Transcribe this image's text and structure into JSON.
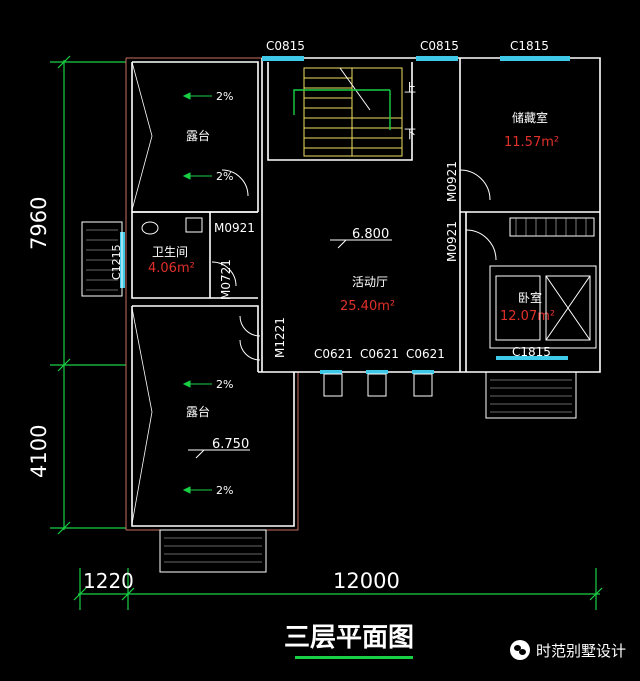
{
  "plan": {
    "title": "三层平面图",
    "watermark": "时范别墅设计",
    "colors": {
      "background": "#000000",
      "wall": "#ffffff",
      "dimension": "#19d045",
      "window": "#3fc9e8",
      "area_text": "#e0302a",
      "stairs": "#f0e060",
      "arrow": "#19d045"
    },
    "windows_top": [
      "C0815",
      "C0815",
      "C1815"
    ],
    "windows_bottom": [
      "C0621",
      "C0621",
      "C0621",
      "C1815"
    ],
    "windows_left": [
      "C1215"
    ],
    "doors": [
      "M0921",
      "M0921",
      "M0921",
      "M0721",
      "M1221"
    ],
    "rooms": {
      "terrace_top": {
        "name": "露台",
        "slopes": [
          "2%",
          "2%"
        ]
      },
      "storage": {
        "name": "储藏室",
        "area": "11.57m²"
      },
      "bathroom": {
        "name": "卫生间",
        "area": "4.06m²"
      },
      "activity_hall": {
        "name": "活动厅",
        "area": "25.40m²",
        "elevation": "6.800"
      },
      "bedroom": {
        "name": "卧室",
        "area": "12.07m²"
      },
      "terrace_bottom": {
        "name": "露台",
        "slopes": [
          "2%",
          "2%"
        ],
        "elevation": "6.750"
      }
    },
    "stairs": {
      "up": "上",
      "down": "下"
    },
    "dimensions": {
      "left_top": "7960",
      "left_bottom": "4100",
      "bottom_left": "1220",
      "bottom_main": "12000"
    }
  }
}
